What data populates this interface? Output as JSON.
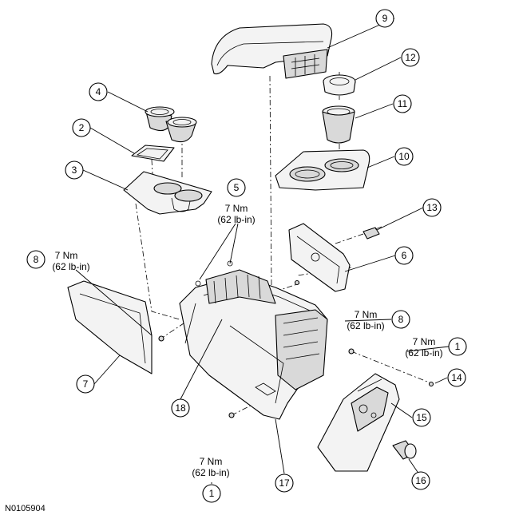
{
  "callouts": [
    {
      "key": "c1a",
      "number": "1"
    },
    {
      "key": "c1b",
      "number": "1"
    },
    {
      "key": "c2",
      "number": "2"
    },
    {
      "key": "c3",
      "number": "3"
    },
    {
      "key": "c4",
      "number": "4"
    },
    {
      "key": "c5",
      "number": "5"
    },
    {
      "key": "c6",
      "number": "6"
    },
    {
      "key": "c7",
      "number": "7"
    },
    {
      "key": "c8a",
      "number": "8"
    },
    {
      "key": "c8b",
      "number": "8"
    },
    {
      "key": "c9",
      "number": "9"
    },
    {
      "key": "c10",
      "number": "10"
    },
    {
      "key": "c11",
      "number": "11"
    },
    {
      "key": "c12",
      "number": "12"
    },
    {
      "key": "c13",
      "number": "13"
    },
    {
      "key": "c14",
      "number": "14"
    },
    {
      "key": "c15",
      "number": "15"
    },
    {
      "key": "c16",
      "number": "16"
    },
    {
      "key": "c17",
      "number": "17"
    },
    {
      "key": "c18",
      "number": "18"
    }
  ],
  "torque_specs": [
    {
      "key": "t5",
      "metric": "7 Nm",
      "imperial": "(62 lb-in)"
    },
    {
      "key": "t8a",
      "metric": "7 Nm",
      "imperial": "(62 lb-in)"
    },
    {
      "key": "t8b",
      "metric": "7 Nm",
      "imperial": "(62 lb-in)"
    },
    {
      "key": "t1a",
      "metric": "7 Nm",
      "imperial": "(62 lb-in)"
    },
    {
      "key": "t1b",
      "metric": "7 Nm",
      "imperial": "(62 lb-in)"
    }
  ],
  "figure_id": "N0105904"
}
